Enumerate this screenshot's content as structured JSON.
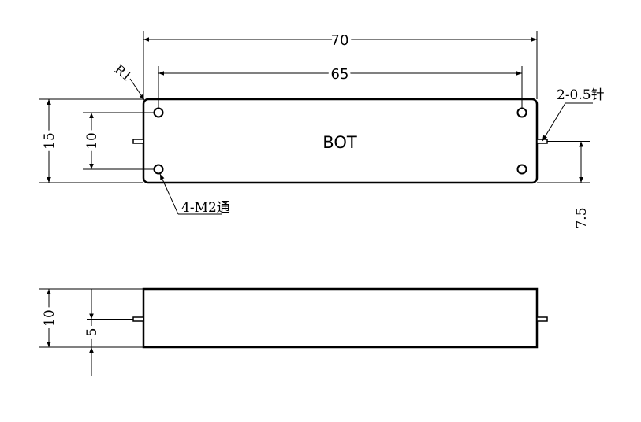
{
  "top_view": {
    "label": "BOT",
    "dims": {
      "overall_width": "70",
      "hole_spacing_x": "65",
      "height": "15",
      "hole_spacing_y": "10",
      "pin_offset": "7.5"
    },
    "callouts": {
      "corner_radius": "R1",
      "pins": "2-0.5针",
      "holes": "4-M2通"
    }
  },
  "side_view": {
    "dims": {
      "height": "10",
      "pin_height": "5"
    }
  },
  "colors": {
    "line": "#000000",
    "background": "#ffffff"
  }
}
